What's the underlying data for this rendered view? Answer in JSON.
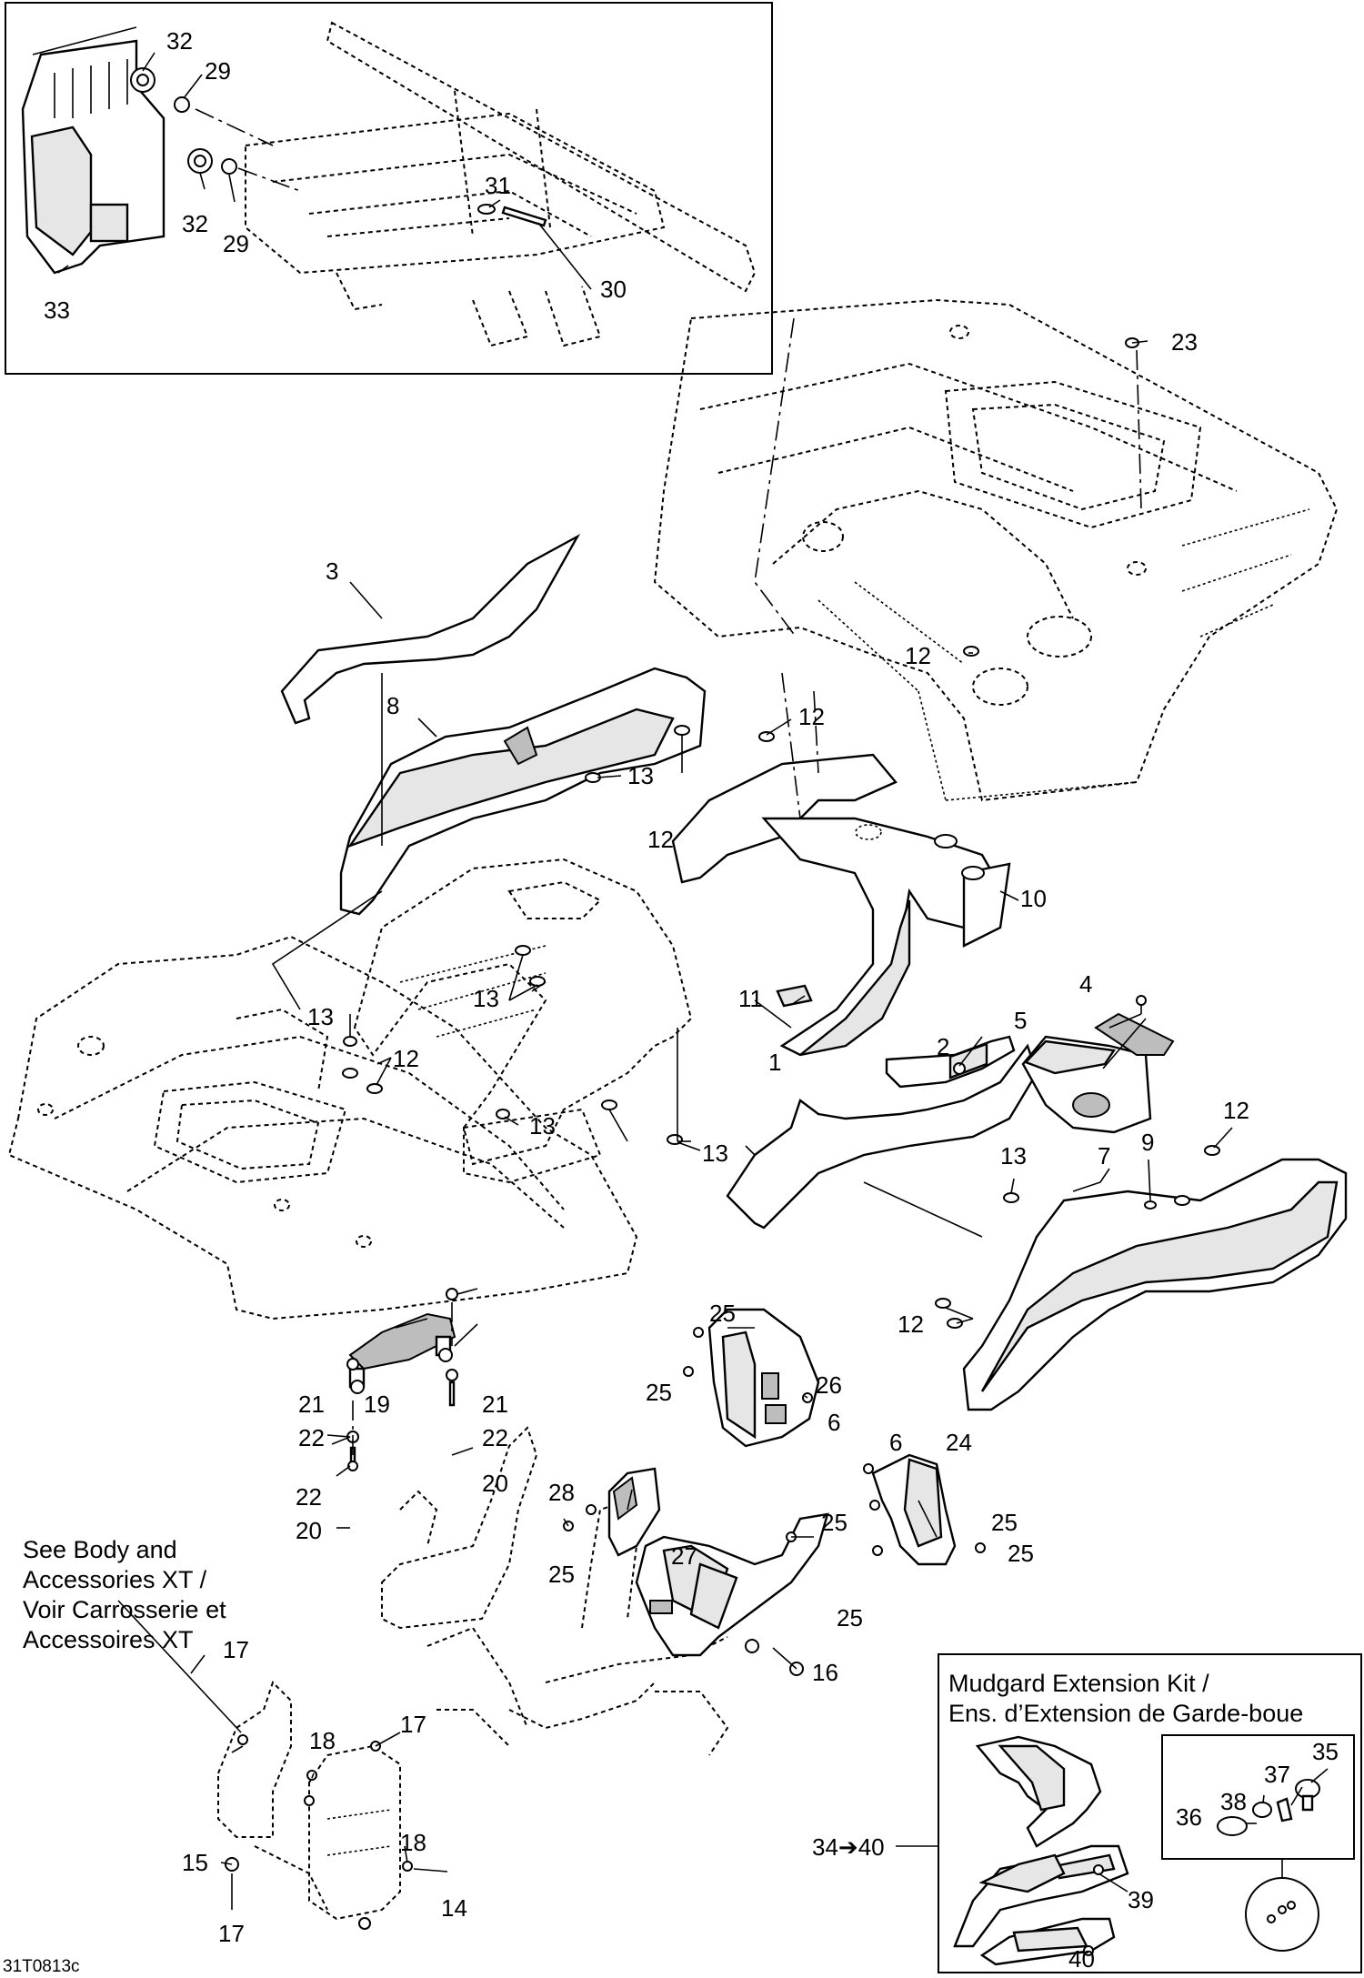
{
  "diagram_code": "31T0813c",
  "callouts": [
    "1",
    "2",
    "3",
    "4",
    "5",
    "6",
    "7",
    "8",
    "9",
    "10",
    "11",
    "12",
    "13",
    "14",
    "15",
    "16",
    "17",
    "18",
    "19",
    "20",
    "21",
    "22",
    "23",
    "24",
    "25",
    "26",
    "27",
    "28",
    "29",
    "30",
    "31",
    "32",
    "33",
    "34➔40",
    "35",
    "36",
    "37",
    "38",
    "39",
    "40"
  ],
  "notes": {
    "see_body_line1": "See Body and",
    "see_body_line2": "Accessories XT /",
    "see_body_line3": "Voir Carrosserie et",
    "see_body_line4": "Accessoires XT"
  },
  "kit": {
    "title_line1": "Mudgard Extension Kit /",
    "title_line2": "Ens. d’Extension de Garde-boue"
  }
}
